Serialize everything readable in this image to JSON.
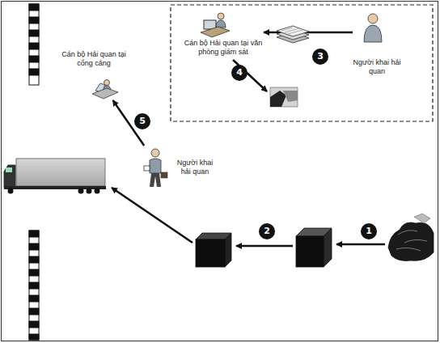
{
  "diagram": {
    "nodes": [
      {
        "text": [
          "Cán bộ Hải quan tại văn phòng giám sát"
        ]
      },
      {
        "text": [
          "Người khai hải quan"
        ]
      },
      {
        "text": [
          "Cán bộ Hải quan tại cổng cảng"
        ]
      },
      {
        "text": [
          "Người khai hải quan"
        ]
      }
    ],
    "edges": [
      {
        "from": 1,
        "to": 0,
        "arrow": "to"
      },
      {
        "from": 3,
        "to": 2,
        "arrow": "to"
      }
    ],
    "labels": [
      "3",
      "4",
      "5",
      "2",
      "1"
    ]
  }
}
